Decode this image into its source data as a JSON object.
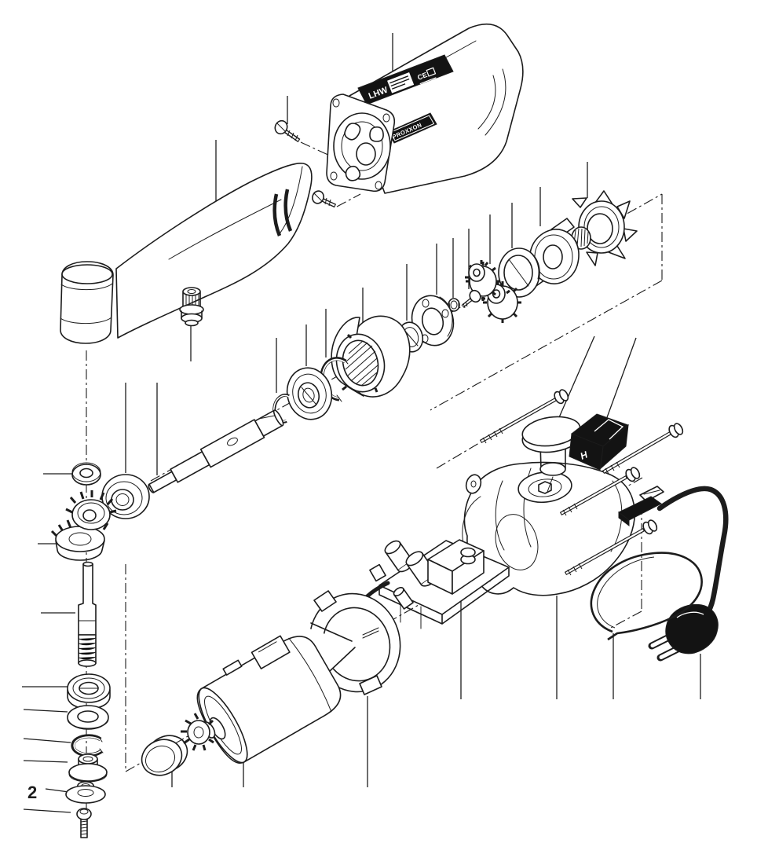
{
  "labels": {
    "part_number": "2",
    "model": "LHW",
    "certification": "CE",
    "brand": "PROXXON",
    "switch_marking": "H"
  },
  "colors": {
    "background": "#ffffff",
    "line": "#1c1c1c",
    "label_bg": "#131313",
    "label_fg": "#ffffff"
  }
}
